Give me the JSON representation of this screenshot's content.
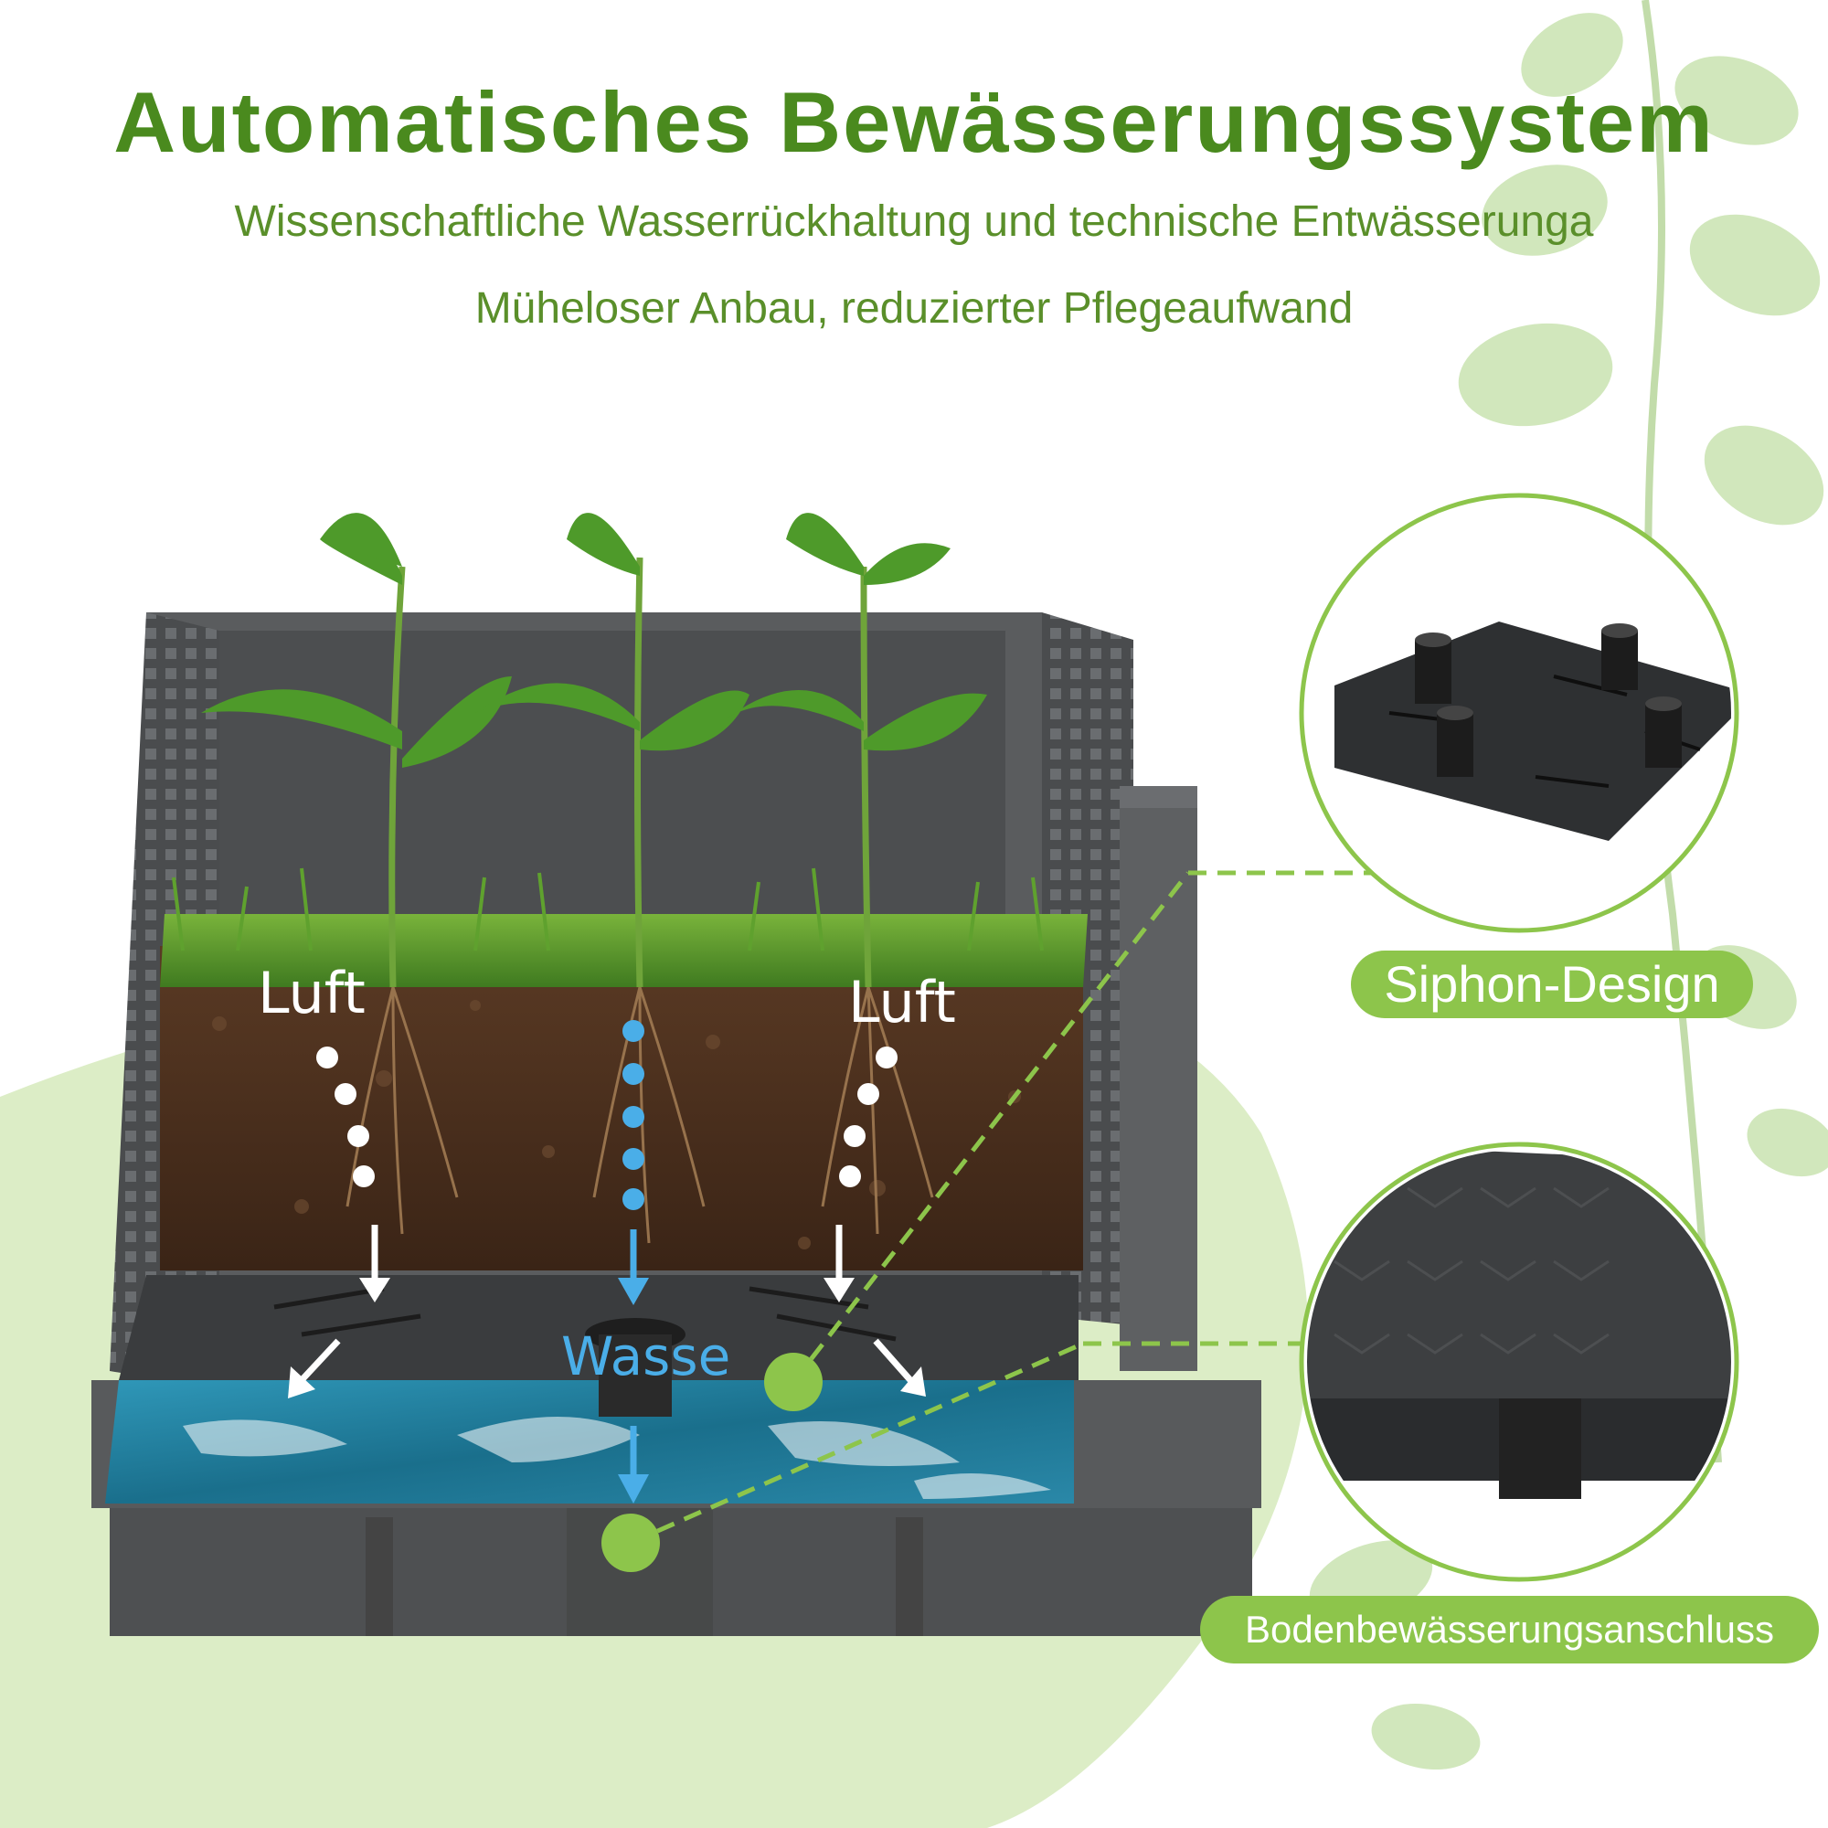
{
  "colors": {
    "title": "#4a8a1e",
    "subtitle": "#5a8f2a",
    "accent_green": "#8dc54b",
    "light_green": "#d9ecc1",
    "water_label": "#4aaee8",
    "box": "#555759",
    "soil": "#4a2c1c",
    "water": "#1f7f9f"
  },
  "header": {
    "title": "Automatisches Bewässerungssystem",
    "subtitle_1": "Wissenschaftliche Wasserrückhaltung und technische Entwässerunga",
    "subtitle_2": "Müheloser Anbau, reduzierter Pflegeaufwand"
  },
  "diagram": {
    "air_label_left": "Luft",
    "air_label_right": "Luft",
    "water_label": "Wasse"
  },
  "callouts": {
    "siphon_label": "Siphon-Design",
    "bottom_label": "Bodenbewässerungsanschluss"
  },
  "icons": [
    "leaf-vine-icon",
    "down-arrow-icon",
    "diagonal-arrow-icon",
    "callout-dot-icon"
  ]
}
